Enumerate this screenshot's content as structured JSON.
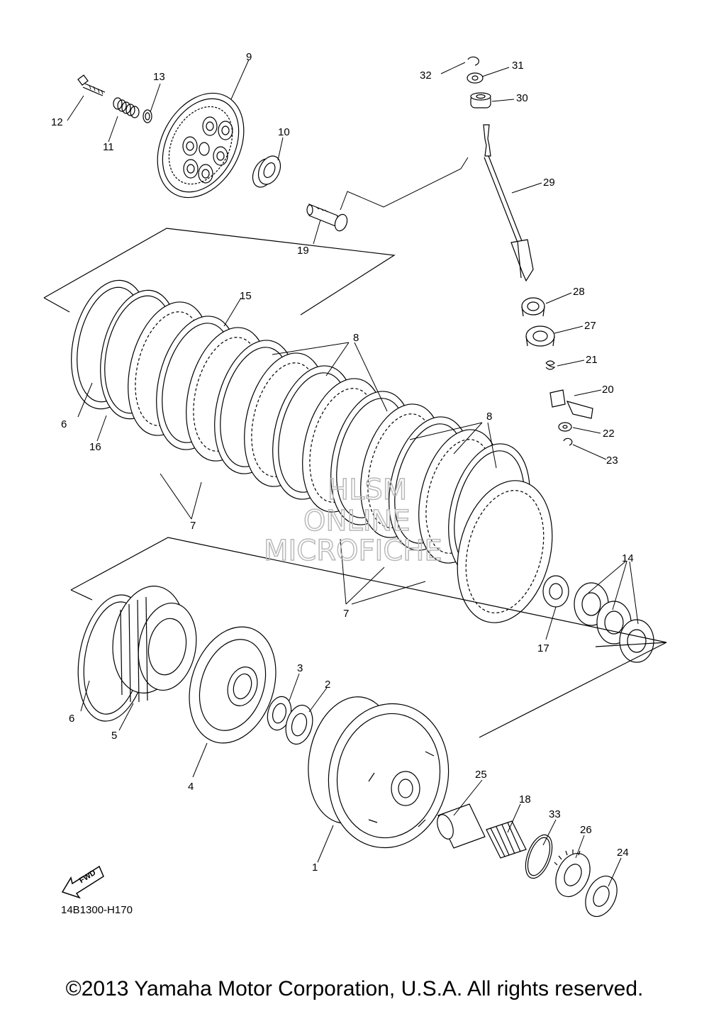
{
  "diagram": {
    "code": "14B1300-H170",
    "copyright": "©2013 Yamaha Motor Corporation, U.S.A. All rights reserved.",
    "fwd_label": "FWD",
    "watermark": [
      "HLSM",
      "ONLINE",
      "MICROFICHE"
    ],
    "callouts": [
      {
        "id": "c1",
        "label": "1"
      },
      {
        "id": "c2",
        "label": "2"
      },
      {
        "id": "c3",
        "label": "3"
      },
      {
        "id": "c4",
        "label": "4"
      },
      {
        "id": "c5",
        "label": "5"
      },
      {
        "id": "c6a",
        "label": "6"
      },
      {
        "id": "c6b",
        "label": "6"
      },
      {
        "id": "c7a",
        "label": "7"
      },
      {
        "id": "c7b",
        "label": "7"
      },
      {
        "id": "c8a",
        "label": "8"
      },
      {
        "id": "c8b",
        "label": "8"
      },
      {
        "id": "c9",
        "label": "9"
      },
      {
        "id": "c10",
        "label": "10"
      },
      {
        "id": "c11",
        "label": "11"
      },
      {
        "id": "c12",
        "label": "12"
      },
      {
        "id": "c13",
        "label": "13"
      },
      {
        "id": "c14",
        "label": "14"
      },
      {
        "id": "c15",
        "label": "15"
      },
      {
        "id": "c16",
        "label": "16"
      },
      {
        "id": "c17",
        "label": "17"
      },
      {
        "id": "c18",
        "label": "18"
      },
      {
        "id": "c19",
        "label": "19"
      },
      {
        "id": "c20",
        "label": "20"
      },
      {
        "id": "c21",
        "label": "21"
      },
      {
        "id": "c22",
        "label": "22"
      },
      {
        "id": "c23",
        "label": "23"
      },
      {
        "id": "c24",
        "label": "24"
      },
      {
        "id": "c25",
        "label": "25"
      },
      {
        "id": "c26",
        "label": "26"
      },
      {
        "id": "c27",
        "label": "27"
      },
      {
        "id": "c28",
        "label": "28"
      },
      {
        "id": "c29",
        "label": "29"
      },
      {
        "id": "c30",
        "label": "30"
      },
      {
        "id": "c31",
        "label": "31"
      },
      {
        "id": "c32",
        "label": "32"
      },
      {
        "id": "c33",
        "label": "33"
      }
    ]
  }
}
